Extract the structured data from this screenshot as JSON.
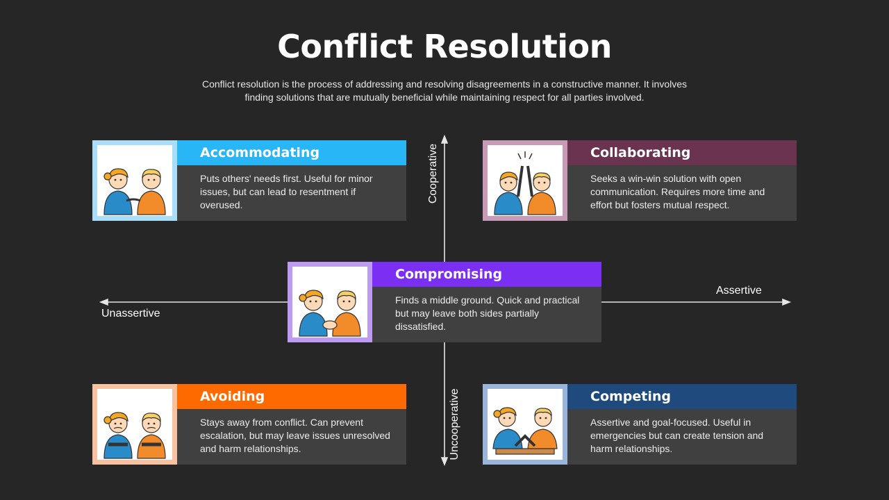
{
  "title": "Conflict Resolution",
  "subtitle": "Conflict resolution is the process of addressing and resolving disagreements in a constructive manner. It involves finding solutions that are mutually beneficial while maintaining respect for all parties involved.",
  "axes": {
    "top": "Cooperative",
    "bottom": "Uncooperative",
    "left": "Unassertive",
    "right": "Assertive"
  },
  "cards": {
    "accommodating": {
      "title": "Accommodating",
      "text": "Puts others' needs first. Useful for minor issues, but can lead to resentment if overused.",
      "accent": "#29B6F6",
      "frame": "#A9DDF8",
      "icon": "giving-gesture-icon"
    },
    "collaborating": {
      "title": "Collaborating",
      "text": "Seeks a win-win solution with open communication. Requires more time and effort but fosters mutual respect.",
      "accent": "#6A3350",
      "frame": "#C79AB6",
      "icon": "high-five-icon"
    },
    "compromising": {
      "title": "Compromising",
      "text": "Finds a middle ground. Quick and practical but may leave both sides partially dissatisfied.",
      "accent": "#7B2FF2",
      "frame": "#BE9BF2",
      "icon": "handshake-icon"
    },
    "avoiding": {
      "title": "Avoiding",
      "text": "Stays away from conflict. Can prevent escalation, but may leave issues unresolved and harm relationships.",
      "accent": "#FF6A00",
      "frame": "#F8C19F",
      "icon": "arms-crossed-icon"
    },
    "competing": {
      "title": "Competing",
      "text": "Assertive and goal-focused. Useful in emergencies but can create tension and harm relationships.",
      "accent": "#1E4A7E",
      "frame": "#9AB5DB",
      "icon": "arm-wrestling-icon"
    }
  }
}
